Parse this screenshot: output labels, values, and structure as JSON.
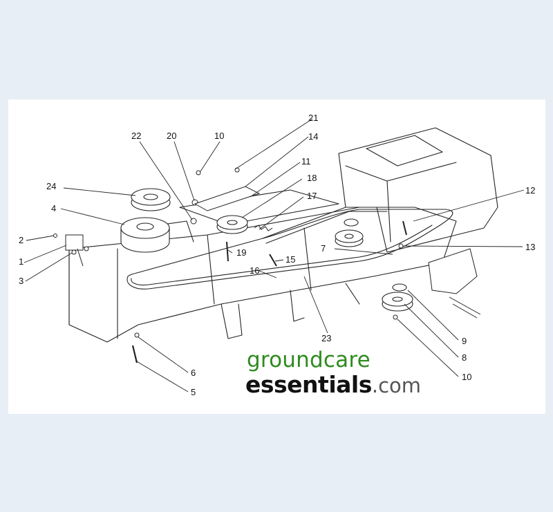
{
  "watermark": {
    "line1": "groundcare",
    "line2_bold": "essentials",
    "line2_suffix": ".com"
  },
  "callouts": [
    "1",
    "2",
    "3",
    "4",
    "5",
    "6",
    "7",
    "8",
    "9",
    "10",
    "10",
    "10",
    "11",
    "12",
    "13",
    "14",
    "15",
    "16",
    "17",
    "18",
    "19",
    "20",
    "21",
    "22",
    "23",
    "24"
  ],
  "colors": {
    "background": "#e7eef5",
    "panel": "#ffffff",
    "line": "#222222",
    "brand_green": "#2e8b1e"
  }
}
